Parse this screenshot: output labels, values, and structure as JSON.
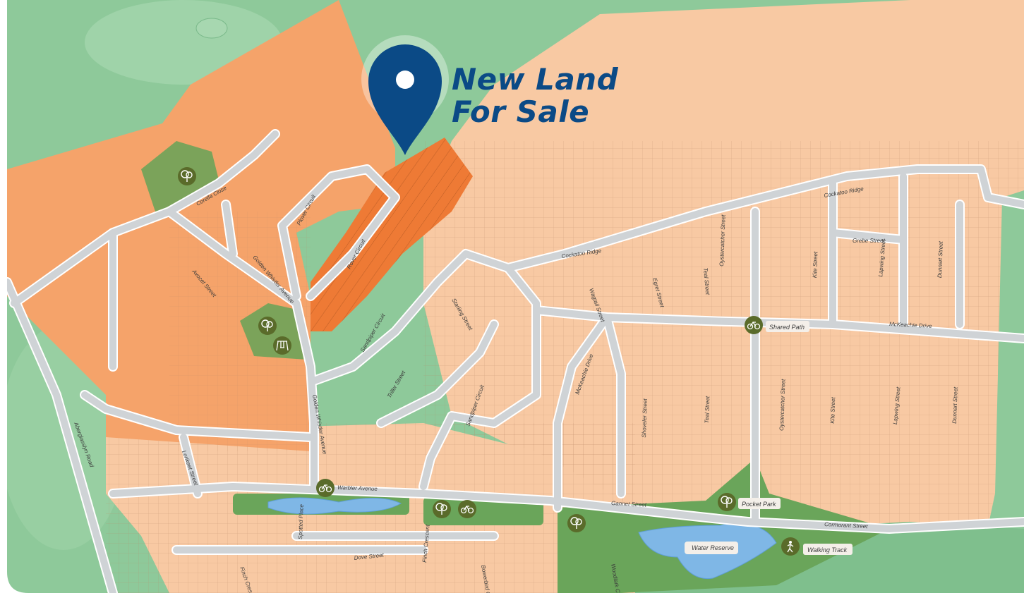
{
  "headline": {
    "line1": "New Land",
    "line2": "For Sale"
  },
  "colors": {
    "grass": "#8ec99a",
    "grass_dark": "#6fb580",
    "land_light": "#f8c9a3",
    "land_mid": "#f5a36a",
    "land_dark": "#ee7a35",
    "road": "#cfd3d6",
    "road_edge": "#ffffff",
    "park": "#7ba35a",
    "water": "#7fb7e6",
    "pin": "#0b4a86",
    "badge": "#5a6b2a",
    "label_bg": "#f4efe9"
  },
  "streets": [
    "Corella Close",
    "Plover Circuit",
    "Rover Circuit",
    "Golden Whistler Avenue",
    "Avocet Street",
    "Sandpiper Circuit",
    "Starling Street",
    "Triller Street",
    "Cockatoo Ridge",
    "Grebe Street",
    "Egret Street",
    "Teal Street",
    "Oystercatcher Street",
    "Kite Street",
    "Lapwing Street",
    "Dunnart Street",
    "Wagtail Street",
    "McKeachie Drive",
    "Shoveler Street",
    "Aberglasslyn Road",
    "Lorikeet Street",
    "Warbler Avenue",
    "Spotted Place",
    "Dove Street",
    "Finch Crescent",
    "Bowerbird Close",
    "Woodlark Close",
    "Gannet Street",
    "Cormorant Street"
  ],
  "amenities": {
    "shared_path": "Shared Path",
    "pocket_park": "Pocket Park",
    "water_reserve": "Water Reserve",
    "walking_track": "Walking Track"
  },
  "icons": [
    "location-pin-icon",
    "tree-icon",
    "swing-icon",
    "bicycle-icon",
    "walking-icon"
  ]
}
